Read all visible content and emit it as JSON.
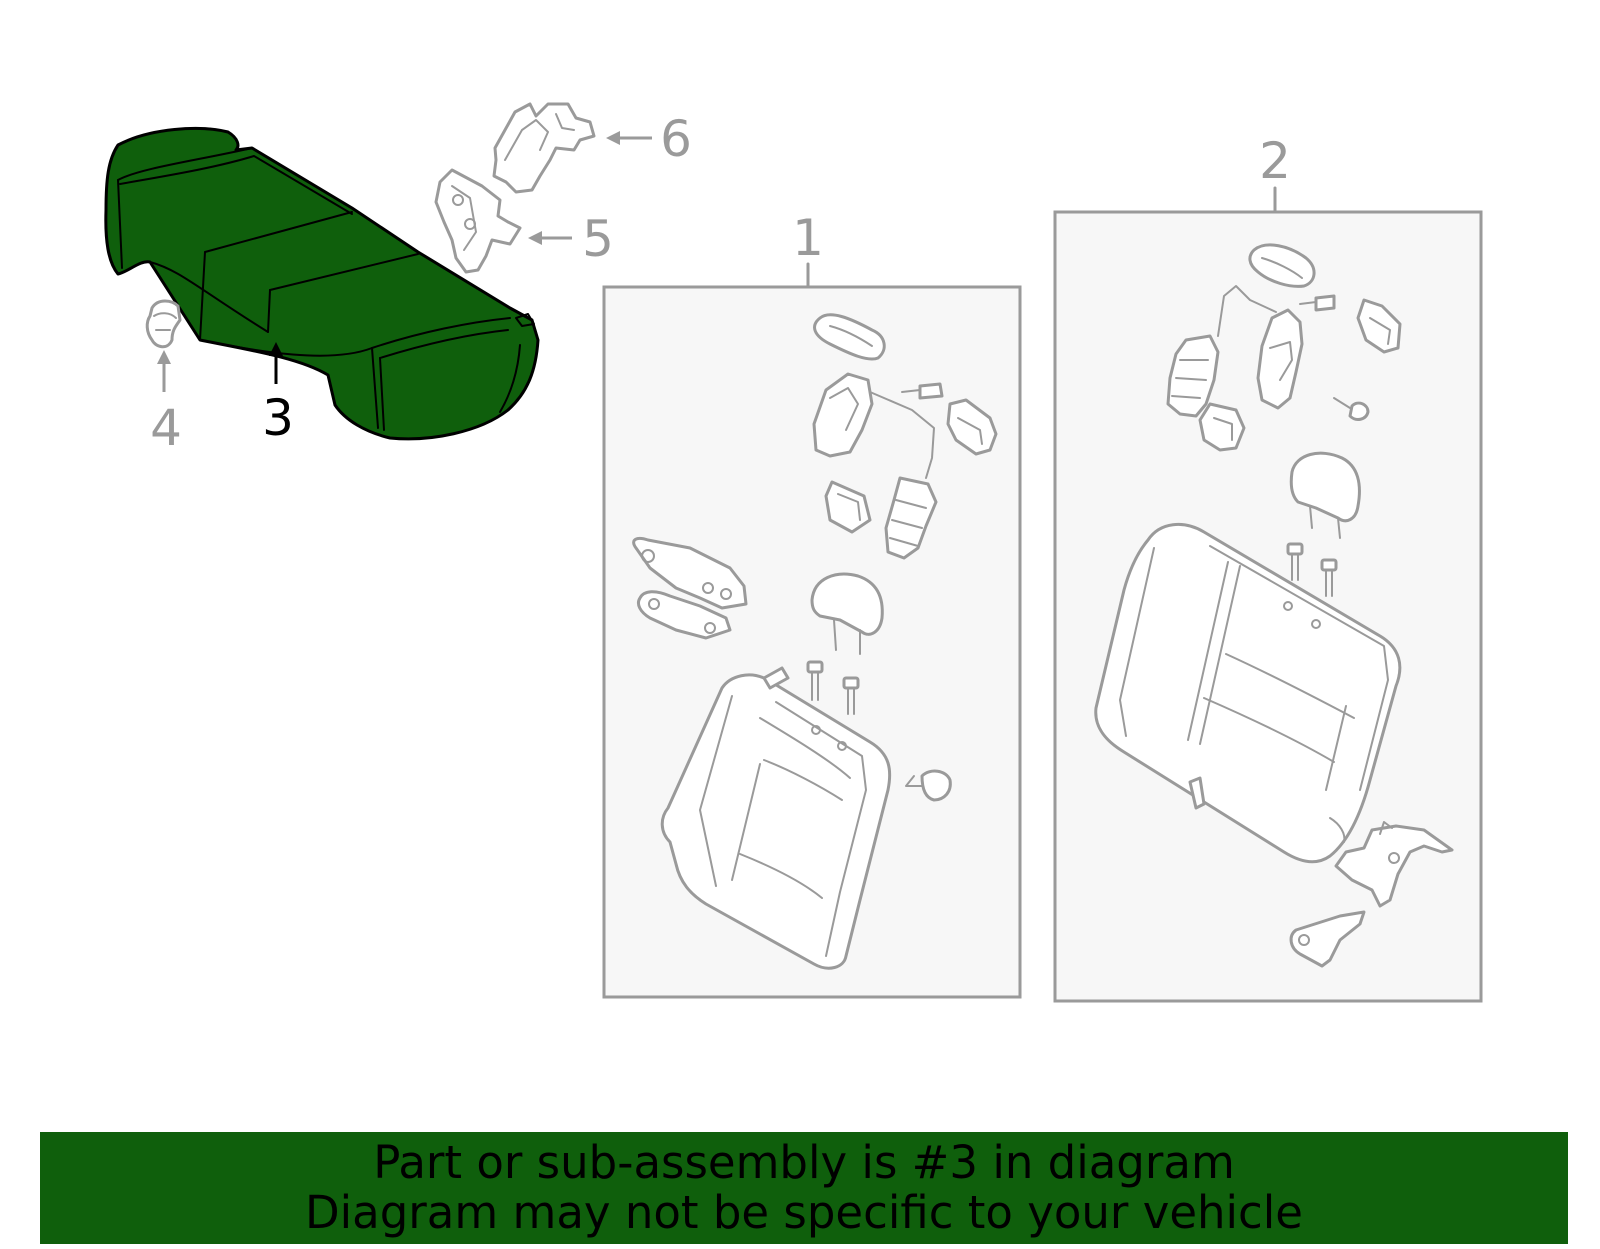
{
  "diagram": {
    "callouts": [
      {
        "id": "1",
        "label": "1",
        "highlighted": false
      },
      {
        "id": "2",
        "label": "2",
        "highlighted": false
      },
      {
        "id": "3",
        "label": "3",
        "highlighted": true
      },
      {
        "id": "4",
        "label": "4",
        "highlighted": false
      },
      {
        "id": "5",
        "label": "5",
        "highlighted": false
      },
      {
        "id": "6",
        "label": "6",
        "highlighted": false
      }
    ],
    "highlight_color": "#0f5f0c",
    "line_color": "#9a9a9a"
  },
  "banner": {
    "line1": "Part or sub-assembly is #3 in diagram",
    "line2": "Diagram may not be specific to your vehicle",
    "background_color": "#0f5f0c"
  }
}
